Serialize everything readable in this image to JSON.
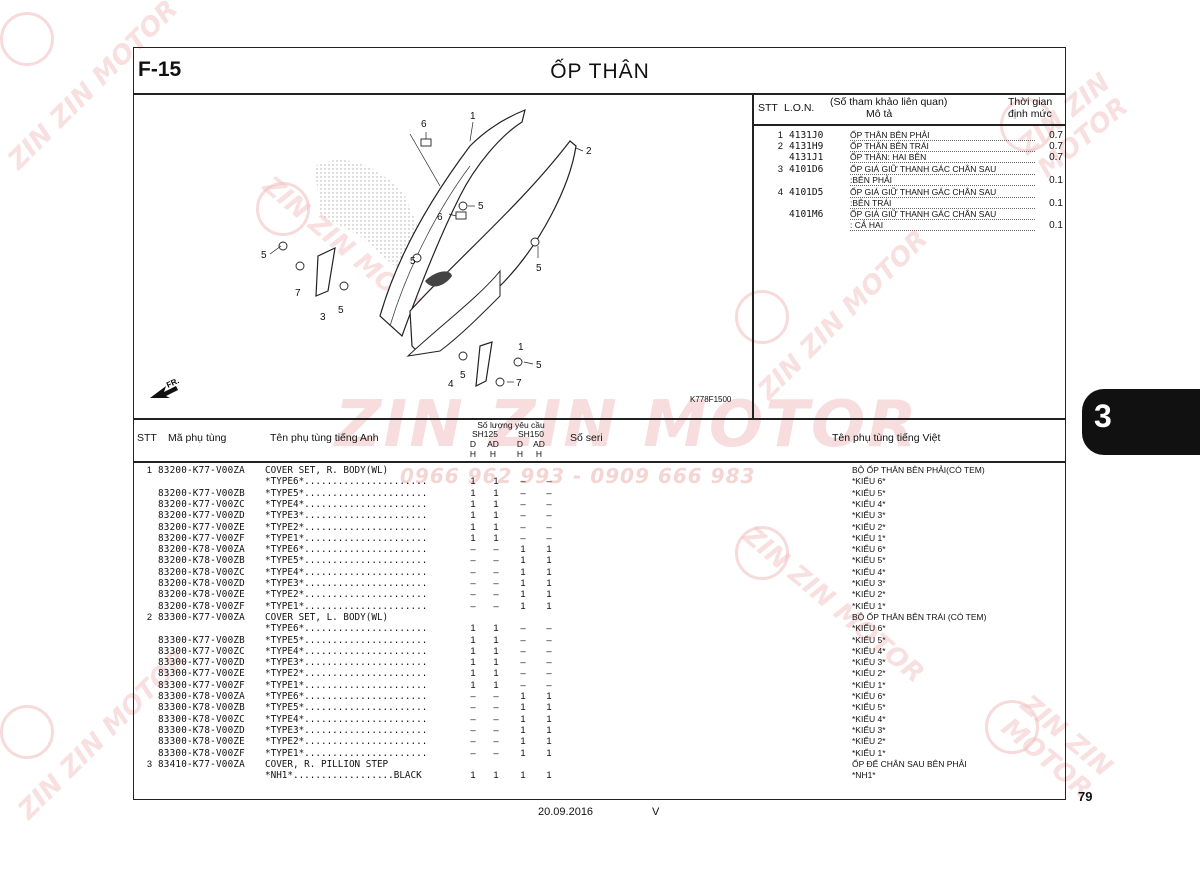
{
  "header": {
    "code": "F-15",
    "title": "ỐP THÂN"
  },
  "diagram": {
    "ref_code": "K778F1500",
    "fr_label": "FR.",
    "callouts": [
      "1",
      "2",
      "3",
      "4",
      "5",
      "6",
      "7"
    ]
  },
  "ref_table": {
    "headers": {
      "stt": "STT",
      "lon": "L.O.N.",
      "desc1": "(Số tham khảo liên quan)",
      "desc2": "Mô tả",
      "time1": "Thời gian",
      "time2": "định mức"
    },
    "rows": [
      {
        "n": "1",
        "code": "4131J0",
        "desc": "ỐP THÂN BÊN PHẢI",
        "time": "0.7"
      },
      {
        "n": "2",
        "code": "4131H9",
        "desc": "ỐP THÂN BÊN TRÁI",
        "time": "0.7"
      },
      {
        "n": "",
        "code": "4131J1",
        "desc": "ỐP THÂN: HAI BÊN",
        "time": "0.7"
      },
      {
        "n": "3",
        "code": "4101D6",
        "desc": "ỐP GIÁ GIỮ THANH GÁC CHÂN SAU",
        "time": ""
      },
      {
        "n": "",
        "code": "",
        "desc": ":BÊN PHẢI",
        "time": "0.1"
      },
      {
        "n": "4",
        "code": "4101D5",
        "desc": "ỐP GIÁ GIỮ THANH GÁC CHÂN SAU",
        "time": ""
      },
      {
        "n": "",
        "code": "",
        "desc": ":BÊN TRÁI",
        "time": "0.1"
      },
      {
        "n": "",
        "code": "4101M6",
        "desc": "ỐP GIÁ GIỮ THANH GÁC CHÂN SAU",
        "time": ""
      },
      {
        "n": "",
        "code": "",
        "desc": ": CẢ HAI",
        "time": "0.1"
      }
    ]
  },
  "list_headers": {
    "stt": "STT",
    "part_no": "Mã phụ tùng",
    "name_en": "Tên phụ tùng tiếng Anh",
    "qty_title": "Số lượng yêu cầu",
    "model1": "SH125",
    "model2": "SH150",
    "sub_d": "D",
    "sub_ad": "AD",
    "sub_h": "H",
    "serial": "Số seri",
    "name_vn": "Tên phụ tùng tiếng Việt"
  },
  "parts": [
    {
      "stt": "1",
      "pn": "83200-K77-V00ZA",
      "en": "COVER SET, R. BODY(WL)",
      "q": [
        "",
        "",
        "",
        ""
      ],
      "vn": "BỘ ỐP THÂN BÊN PHẢI(CÓ TEM)"
    },
    {
      "stt": "",
      "pn": "",
      "en": "*TYPE6*......................",
      "q": [
        "1",
        "1",
        "–",
        "–"
      ],
      "vn": "*KIỂU 6*"
    },
    {
      "stt": "",
      "pn": "83200-K77-V00ZB",
      "en": "*TYPE5*......................",
      "q": [
        "1",
        "1",
        "–",
        "–"
      ],
      "vn": "*KIỂU 5*"
    },
    {
      "stt": "",
      "pn": "83200-K77-V00ZC",
      "en": "*TYPE4*......................",
      "q": [
        "1",
        "1",
        "–",
        "–"
      ],
      "vn": "*KIỂU 4*"
    },
    {
      "stt": "",
      "pn": "83200-K77-V00ZD",
      "en": "*TYPE3*......................",
      "q": [
        "1",
        "1",
        "–",
        "–"
      ],
      "vn": "*KIỂU 3*"
    },
    {
      "stt": "",
      "pn": "83200-K77-V00ZE",
      "en": "*TYPE2*......................",
      "q": [
        "1",
        "1",
        "–",
        "–"
      ],
      "vn": "*KIỂU 2*"
    },
    {
      "stt": "",
      "pn": "83200-K77-V00ZF",
      "en": "*TYPE1*......................",
      "q": [
        "1",
        "1",
        "–",
        "–"
      ],
      "vn": "*KIỂU 1*"
    },
    {
      "stt": "",
      "pn": "83200-K78-V00ZA",
      "en": "*TYPE6*......................",
      "q": [
        "–",
        "–",
        "1",
        "1"
      ],
      "vn": "*KIỂU 6*"
    },
    {
      "stt": "",
      "pn": "83200-K78-V00ZB",
      "en": "*TYPE5*......................",
      "q": [
        "–",
        "–",
        "1",
        "1"
      ],
      "vn": "*KIỂU 5*"
    },
    {
      "stt": "",
      "pn": "83200-K78-V00ZC",
      "en": "*TYPE4*......................",
      "q": [
        "–",
        "–",
        "1",
        "1"
      ],
      "vn": "*KIỂU 4*"
    },
    {
      "stt": "",
      "pn": "83200-K78-V00ZD",
      "en": "*TYPE3*......................",
      "q": [
        "–",
        "–",
        "1",
        "1"
      ],
      "vn": "*KIỂU 3*"
    },
    {
      "stt": "",
      "pn": "83200-K78-V00ZE",
      "en": "*TYPE2*......................",
      "q": [
        "–",
        "–",
        "1",
        "1"
      ],
      "vn": "*KIỂU 2*"
    },
    {
      "stt": "",
      "pn": "83200-K78-V00ZF",
      "en": "*TYPE1*......................",
      "q": [
        "–",
        "–",
        "1",
        "1"
      ],
      "vn": "*KIỂU 1*"
    },
    {
      "stt": "2",
      "pn": "83300-K77-V00ZA",
      "en": "COVER SET, L. BODY(WL)",
      "q": [
        "",
        "",
        "",
        ""
      ],
      "vn": "BỘ ỐP THÂN BÊN TRÁI (CÓ TEM)"
    },
    {
      "stt": "",
      "pn": "",
      "en": "*TYPE6*......................",
      "q": [
        "1",
        "1",
        "–",
        "–"
      ],
      "vn": "*KIỂU 6*"
    },
    {
      "stt": "",
      "pn": "83300-K77-V00ZB",
      "en": "*TYPE5*......................",
      "q": [
        "1",
        "1",
        "–",
        "–"
      ],
      "vn": "*KIỂU 5*"
    },
    {
      "stt": "",
      "pn": "83300-K77-V00ZC",
      "en": "*TYPE4*......................",
      "q": [
        "1",
        "1",
        "–",
        "–"
      ],
      "vn": "*KIỂU 4*"
    },
    {
      "stt": "",
      "pn": "83300-K77-V00ZD",
      "en": "*TYPE3*......................",
      "q": [
        "1",
        "1",
        "–",
        "–"
      ],
      "vn": "*KIỂU 3*"
    },
    {
      "stt": "",
      "pn": "83300-K77-V00ZE",
      "en": "*TYPE2*......................",
      "q": [
        "1",
        "1",
        "–",
        "–"
      ],
      "vn": "*KIỂU 2*"
    },
    {
      "stt": "",
      "pn": "83300-K77-V00ZF",
      "en": "*TYPE1*......................",
      "q": [
        "1",
        "1",
        "–",
        "–"
      ],
      "vn": "*KIỂU 1*"
    },
    {
      "stt": "",
      "pn": "83300-K78-V00ZA",
      "en": "*TYPE6*......................",
      "q": [
        "–",
        "–",
        "1",
        "1"
      ],
      "vn": "*KIỂU 6*"
    },
    {
      "stt": "",
      "pn": "83300-K78-V00ZB",
      "en": "*TYPE5*......................",
      "q": [
        "–",
        "–",
        "1",
        "1"
      ],
      "vn": "*KIỂU 5*"
    },
    {
      "stt": "",
      "pn": "83300-K78-V00ZC",
      "en": "*TYPE4*......................",
      "q": [
        "–",
        "–",
        "1",
        "1"
      ],
      "vn": "*KIỂU 4*"
    },
    {
      "stt": "",
      "pn": "83300-K78-V00ZD",
      "en": "*TYPE3*......................",
      "q": [
        "–",
        "–",
        "1",
        "1"
      ],
      "vn": "*KIỂU 3*"
    },
    {
      "stt": "",
      "pn": "83300-K78-V00ZE",
      "en": "*TYPE2*......................",
      "q": [
        "–",
        "–",
        "1",
        "1"
      ],
      "vn": "*KIỂU 2*"
    },
    {
      "stt": "",
      "pn": "83300-K78-V00ZF",
      "en": "*TYPE1*......................",
      "q": [
        "–",
        "–",
        "1",
        "1"
      ],
      "vn": "*KIỂU 1*"
    },
    {
      "stt": "3",
      "pn": "83410-K77-V00ZA",
      "en": "COVER, R. PILLION STEP",
      "q": [
        "",
        "",
        "",
        ""
      ],
      "vn": "ỐP ĐỂ CHÂN SAU BÊN PHẢI"
    },
    {
      "stt": "",
      "pn": "",
      "en": "*NH1*..................BLACK",
      "q": [
        "1",
        "1",
        "1",
        "1"
      ],
      "vn": "*NH1*"
    }
  ],
  "tab": {
    "label": "3"
  },
  "footer": {
    "page": "79",
    "date": "20.09.2016",
    "version": "V"
  },
  "watermark": {
    "brand": "ZIN ZIN MOTOR",
    "phone": "0966 962 993 - 0909 666 983",
    "color": "#f2c2c2"
  }
}
